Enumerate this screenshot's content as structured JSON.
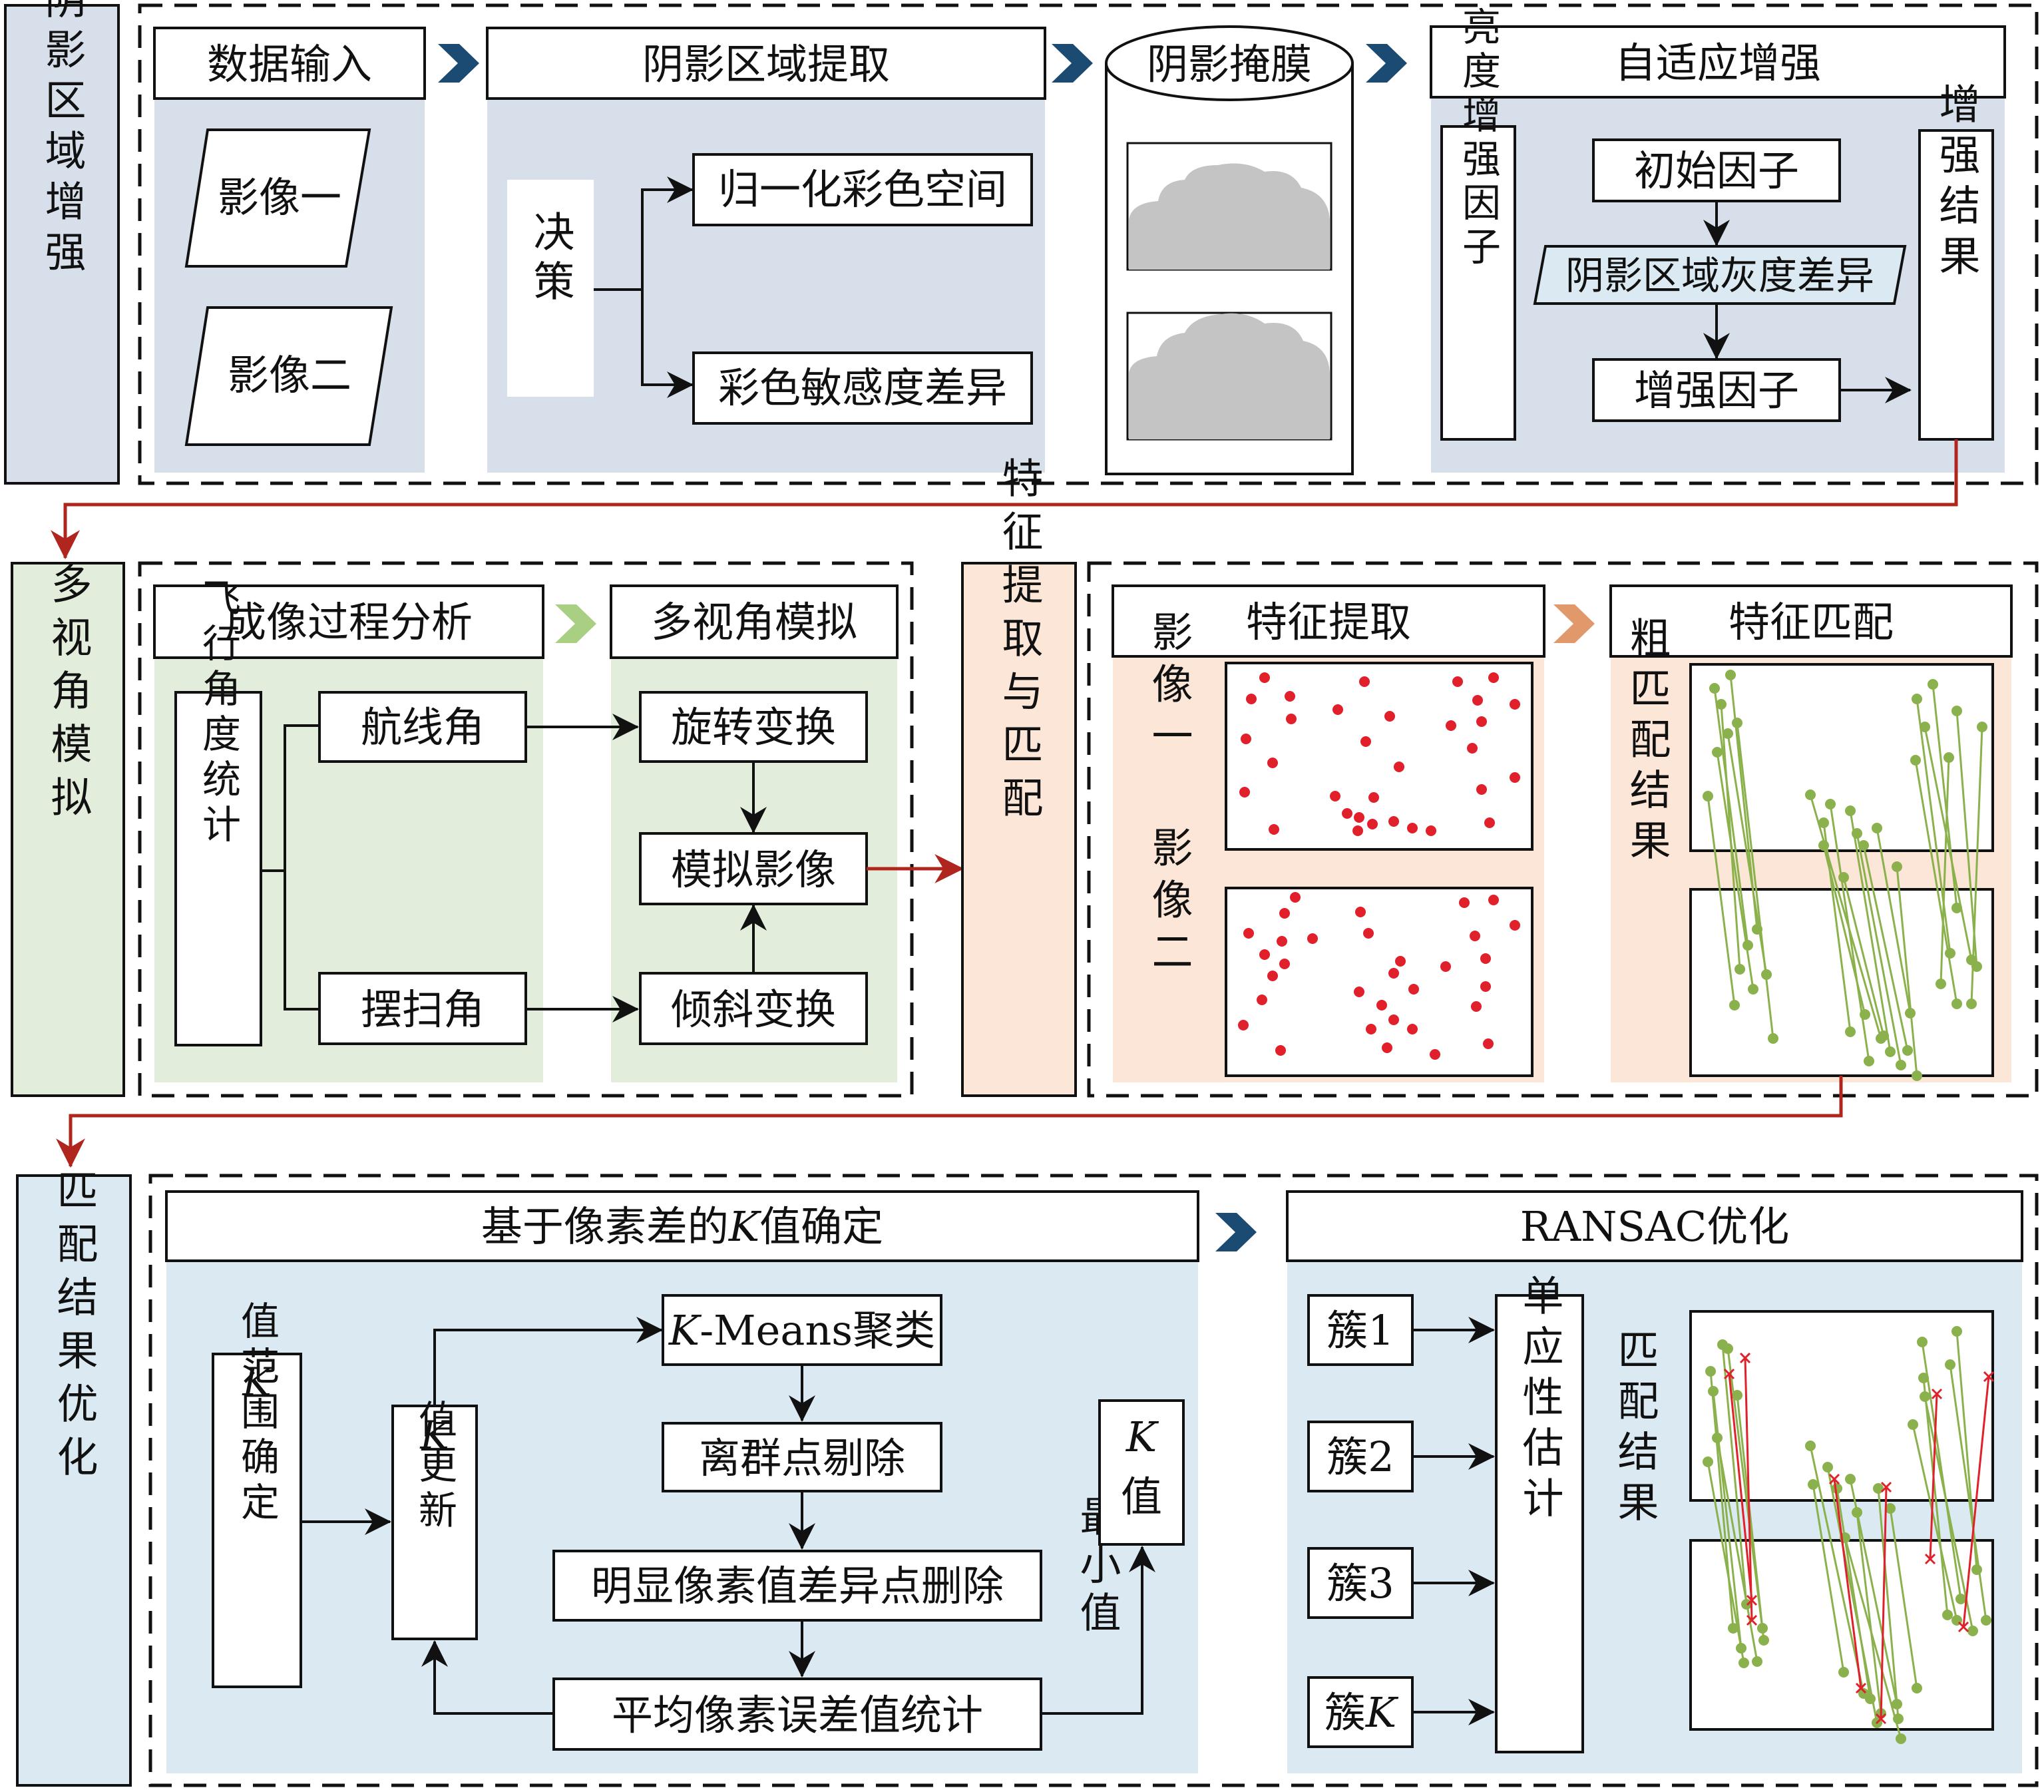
{
  "stages": {
    "stage1": "自适应阴影区域增强",
    "stage2": "多视角模拟",
    "stage3": "匹配结果优化",
    "feature_stage": "特征提取与匹配"
  },
  "row1": {
    "data_input": {
      "title": "数据输入",
      "img1": "影像一",
      "img2": "影像二"
    },
    "shadow_extract": {
      "title": "阴影区域提取",
      "decision": "决策",
      "normalized": "归一化彩色空间",
      "sensitivity": "彩色敏感度差异"
    },
    "shadow_mask": {
      "title": "阴影掩膜"
    },
    "adaptive": {
      "title": "自适应增强",
      "brightness": "亮度增强因子",
      "initial": "初始因子",
      "gray_diff": "阴影区域灰度差异",
      "enhance_factor": "增强因子",
      "result": "增强结果"
    }
  },
  "row2": {
    "imaging": {
      "title": "成像过程分析",
      "flight_stats": "飞行角度统计",
      "heading": "航线角",
      "swing": "摆扫角"
    },
    "multiview": {
      "title": "多视角模拟",
      "rotate": "旋转变换",
      "simulated": "模拟影像",
      "tilt": "倾斜变换"
    },
    "feature_extract": {
      "title": "特征提取",
      "img1": "影像一",
      "img2": "影像二"
    },
    "feature_match": {
      "title": "特征匹配",
      "coarse": "粗匹配结果"
    }
  },
  "row3": {
    "kvalue": {
      "title_prefix": "基于像素差的",
      "title_k": "K",
      "title_suffix": "值确定",
      "range": {
        "k": "K",
        "rest": "值范围确定"
      },
      "update": {
        "k": "K",
        "rest": "值更新"
      },
      "kmeans": {
        "k": "K",
        "rest": "-Means聚类"
      },
      "outlier": "离群点剔除",
      "pixel_diff": "明显像素值差异点删除",
      "avg_error": "平均像素误差值统计",
      "min": "最小值",
      "kval": {
        "k": "K",
        "rest": "值"
      }
    },
    "ransac": {
      "title": "RANSAC优化",
      "clusters": [
        "簇1",
        "簇2",
        "簇3"
      ],
      "cluster_k": {
        "prefix": "簇",
        "k": "K"
      },
      "homography": "单应性估计",
      "result": "匹配结果"
    }
  },
  "colors": {
    "blue_panel": "#d6dfea",
    "green_panel": "#e3eddb",
    "orange_panel": "#fbe6d7",
    "lightblue_panel": "#dbeaf2",
    "red_arrow": "#b0261e",
    "dark_chevron": "#1b4b73",
    "green_chevron": "#a9cf83",
    "orange_chevron": "#e1986a",
    "red_point": "#e0202a",
    "green_match": "#8ab14c"
  }
}
